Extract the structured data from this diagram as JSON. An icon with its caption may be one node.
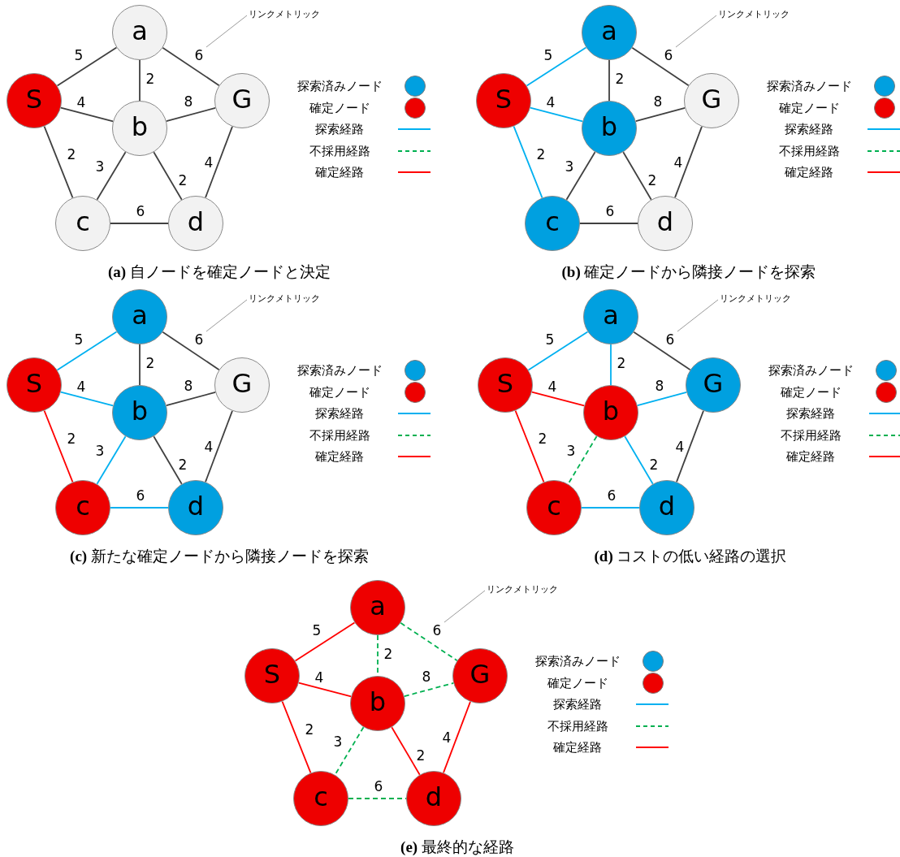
{
  "diagram": {
    "nodes": [
      {
        "text": [
          "a"
        ]
      },
      {
        "text": [
          "S"
        ]
      },
      {
        "text": [
          "b"
        ]
      },
      {
        "text": [
          "G"
        ]
      },
      {
        "text": [
          "c"
        ]
      },
      {
        "text": [
          "d"
        ]
      },
      {
        "text": [
          "リンクメトリック"
        ]
      },
      {
        "text": [
          "a"
        ]
      },
      {
        "text": [
          "S"
        ]
      },
      {
        "text": [
          "b"
        ]
      },
      {
        "text": [
          "G"
        ]
      },
      {
        "text": [
          "c"
        ]
      },
      {
        "text": [
          "d"
        ]
      },
      {
        "text": [
          "リンクメトリック"
        ]
      },
      {
        "text": [
          "a"
        ]
      },
      {
        "text": [
          "S"
        ]
      },
      {
        "text": [
          "b"
        ]
      },
      {
        "text": [
          "G"
        ]
      },
      {
        "text": [
          "c"
        ]
      },
      {
        "text": [
          "d"
        ]
      },
      {
        "text": [
          "リンクメトリック"
        ]
      },
      {
        "text": [
          "a"
        ]
      },
      {
        "text": [
          "S"
        ]
      },
      {
        "text": [
          "b"
        ]
      },
      {
        "text": [
          "G"
        ]
      },
      {
        "text": [
          "c"
        ]
      },
      {
        "text": [
          "d"
        ]
      },
      {
        "text": [
          "リンクメトリック"
        ]
      },
      {
        "text": [
          "a"
        ]
      },
      {
        "text": [
          "S"
        ]
      },
      {
        "text": [
          "b"
        ]
      },
      {
        "text": [
          "G"
        ]
      },
      {
        "text": [
          "c"
        ]
      },
      {
        "text": [
          "d"
        ]
      },
      {
        "text": [
          "リンクメトリック"
        ]
      }
    ],
    "edges": [
      {
        "from": 1,
        "to": 0,
        "arrow": "none",
        "label": "5"
      },
      {
        "from": 0,
        "to": 3,
        "arrow": "none",
        "label": "6"
      },
      {
        "from": 0,
        "to": 2,
        "arrow": "none",
        "label": "2"
      },
      {
        "from": 1,
        "to": 2,
        "arrow": "none",
        "label": "4"
      },
      {
        "from": 2,
        "to": 3,
        "arrow": "none",
        "label": "8"
      },
      {
        "from": 1,
        "to": 4,
        "arrow": "none",
        "label": "2"
      },
      {
        "from": 2,
        "to": 4,
        "arrow": "none",
        "label": "3"
      },
      {
        "from": 2,
        "to": 5,
        "arrow": "none",
        "label": "2"
      },
      {
        "from": 3,
        "to": 5,
        "arrow": "none",
        "label": "4"
      },
      {
        "from": 4,
        "to": 5,
        "arrow": "none",
        "label": "6"
      },
      {
        "from": 6,
        "to": null,
        "arrow": "none",
        "color": "#808080"
      },
      {
        "from": 8,
        "to": 7,
        "arrow": "none",
        "label": "5",
        "color": "#00b0f0"
      },
      {
        "from": 7,
        "to": 10,
        "arrow": "none",
        "label": "6"
      },
      {
        "from": 7,
        "to": 9,
        "arrow": "none",
        "label": "2"
      },
      {
        "from": 8,
        "to": 9,
        "arrow": "none",
        "label": "4",
        "color": "#00b0f0"
      },
      {
        "from": 9,
        "to": 10,
        "arrow": "none",
        "label": "8"
      },
      {
        "from": 8,
        "to": 11,
        "arrow": "none",
        "label": "2",
        "color": "#00b0f0"
      },
      {
        "from": 9,
        "to": 11,
        "arrow": "none",
        "label": "3"
      },
      {
        "from": 9,
        "to": 12,
        "arrow": "none",
        "label": "2"
      },
      {
        "from": 10,
        "to": 12,
        "arrow": "none",
        "label": "4"
      },
      {
        "from": 11,
        "to": 12,
        "arrow": "none",
        "label": "6"
      },
      {
        "from": 13,
        "to": null,
        "arrow": "none",
        "color": "#808080"
      },
      {
        "from": 15,
        "to": 14,
        "arrow": "none",
        "label": "5",
        "color": "#00b0f0"
      },
      {
        "from": 14,
        "to": 17,
        "arrow": "none",
        "label": "6"
      },
      {
        "from": 14,
        "to": 16,
        "arrow": "none",
        "label": "2"
      },
      {
        "from": 15,
        "to": 16,
        "arrow": "none",
        "label": "4",
        "color": "#00b0f0"
      },
      {
        "from": 16,
        "to": 17,
        "arrow": "none",
        "label": "8"
      },
      {
        "from": 15,
        "to": 18,
        "arrow": "none",
        "label": "2",
        "color": "#ff0000"
      },
      {
        "from": 16,
        "to": 18,
        "arrow": "none",
        "label": "3",
        "color": "#00b0f0"
      },
      {
        "from": 16,
        "to": 19,
        "arrow": "none",
        "label": "2"
      },
      {
        "from": 17,
        "to": 19,
        "arrow": "none",
        "label": "4"
      },
      {
        "from": 18,
        "to": 19,
        "arrow": "none",
        "label": "6",
        "color": "#00b0f0"
      },
      {
        "from": 20,
        "to": null,
        "arrow": "none",
        "color": "#808080"
      },
      {
        "from": 22,
        "to": 21,
        "arrow": "none",
        "label": "5",
        "color": "#00b0f0"
      },
      {
        "from": 21,
        "to": 24,
        "arrow": "none",
        "label": "6"
      },
      {
        "from": 21,
        "to": 23,
        "arrow": "none",
        "label": "2",
        "color": "#00b0f0"
      },
      {
        "from": 22,
        "to": 23,
        "arrow": "none",
        "label": "4",
        "color": "#ff0000"
      },
      {
        "from": 23,
        "to": 24,
        "arrow": "none",
        "label": "8",
        "color": "#00b0f0"
      },
      {
        "from": 22,
        "to": 25,
        "arrow": "none",
        "label": "2",
        "color": "#ff0000"
      },
      {
        "from": 23,
        "to": 25,
        "arrow": "none",
        "label": "3",
        "style": "dashed",
        "color": "#00b050"
      },
      {
        "from": 23,
        "to": 26,
        "arrow": "none",
        "label": "2",
        "color": "#00b0f0"
      },
      {
        "from": 24,
        "to": 26,
        "arrow": "none",
        "label": "4"
      },
      {
        "from": 25,
        "to": 26,
        "arrow": "none",
        "label": "6",
        "color": "#00b0f0"
      },
      {
        "from": 27,
        "to": null,
        "arrow": "none",
        "color": "#808080"
      },
      {
        "from": 29,
        "to": 28,
        "arrow": "none",
        "label": "5",
        "color": "#ff0000"
      },
      {
        "from": 28,
        "to": 31,
        "arrow": "none",
        "label": "6",
        "style": "dashed",
        "color": "#00b050"
      },
      {
        "from": 28,
        "to": 30,
        "arrow": "none",
        "label": "2",
        "style": "dashed",
        "color": "#00b050"
      },
      {
        "from": 29,
        "to": 30,
        "arrow": "none",
        "label": "4",
        "color": "#ff0000"
      },
      {
        "from": 30,
        "to": 31,
        "arrow": "none",
        "label": "8",
        "style": "dashed",
        "color": "#00b050"
      },
      {
        "from": 29,
        "to": 32,
        "arrow": "none",
        "label": "2",
        "color": "#ff0000"
      },
      {
        "from": 30,
        "to": 32,
        "arrow": "none",
        "label": "3",
        "style": "dashed",
        "color": "#00b050"
      },
      {
        "from": 30,
        "to": 33,
        "arrow": "none",
        "label": "2",
        "color": "#ff0000"
      },
      {
        "from": 31,
        "to": 33,
        "arrow": "none",
        "label": "4",
        "color": "#ff0000"
      },
      {
        "from": 32,
        "to": 33,
        "arrow": "none",
        "label": "6",
        "style": "dashed",
        "color": "#00b050"
      },
      {
        "from": 34,
        "to": null,
        "arrow": "none",
        "color": "#808080"
      }
    ],
    "labels": [
      "**(a)** 自ノードを確定ノードと決定",
      "**(b)** 確定ノードから隣接ノードを探索",
      "**(c)** 新たな確定ノードから隣接ノードを探索",
      "**(d)** コストの低い経路の選択",
      "**(e)** 最終的な経路"
    ],
    "legend": [
      {
        "text": "探索済みノード",
        "color": "#00a0e0"
      },
      {
        "text": "確定ノード",
        "color": "#ee0000"
      },
      {
        "text": "探索経路"
      },
      {
        "text": "不採用経路"
      },
      {
        "text": "確定経路"
      },
      {
        "text": "探索済みノード",
        "color": "#00a0e0"
      },
      {
        "text": "確定ノード",
        "color": "#ee0000"
      },
      {
        "text": "探索経路"
      },
      {
        "text": "不採用経路"
      },
      {
        "text": "確定経路"
      },
      {
        "text": "探索済みノード",
        "color": "#00a0e0"
      },
      {
        "text": "確定ノード",
        "color": "#ee0000"
      },
      {
        "text": "探索経路"
      },
      {
        "text": "不採用経路"
      },
      {
        "text": "確定経路"
      },
      {
        "text": "探索済みノード",
        "color": "#00a0e0"
      },
      {
        "text": "確定ノード",
        "color": "#ee0000"
      },
      {
        "text": "探索経路"
      },
      {
        "text": "不採用経路"
      },
      {
        "text": "確定経路"
      },
      {
        "text": "探索済みノード",
        "color": "#00a0e0"
      },
      {
        "text": "確定ノード",
        "color": "#ee0000"
      },
      {
        "text": "探索経路"
      },
      {
        "text": "不採用経路"
      },
      {
        "text": "確定経路"
      }
    ]
  }
}
